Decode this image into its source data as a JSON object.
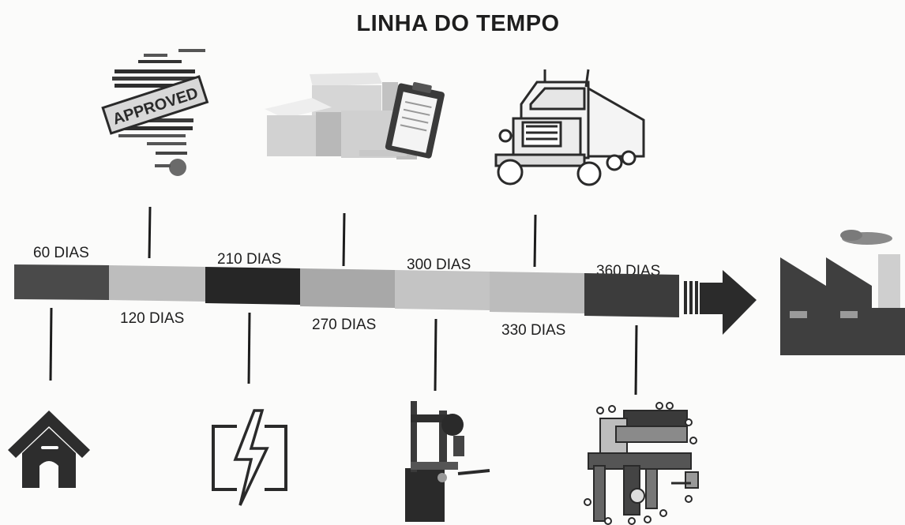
{
  "title": "LINHA DO TEMPO",
  "milestones": [
    {
      "label": "60 DIAS",
      "color": "#4a4a4a"
    },
    {
      "label": "120 DIAS",
      "color": "#bdbdbd"
    },
    {
      "label": "210 DIAS",
      "color": "#262626"
    },
    {
      "label": "270 DIAS",
      "color": "#a8a8a8"
    },
    {
      "label": "300 DIAS",
      "color": "#c4c4c4"
    },
    {
      "label": "330 DIAS",
      "color": "#bcbcbc"
    },
    {
      "label": "360 DIAS",
      "color": "#3c3c3c"
    }
  ],
  "images": {
    "approved_stamp_text": "APPROVED"
  },
  "icons": [
    "approved-document-icon",
    "boxes-clipboard-icon",
    "truck-icon",
    "house-icon",
    "power-icon",
    "lathe-machine-icon",
    "mechanical-assembly-icon",
    "factory-icon"
  ]
}
